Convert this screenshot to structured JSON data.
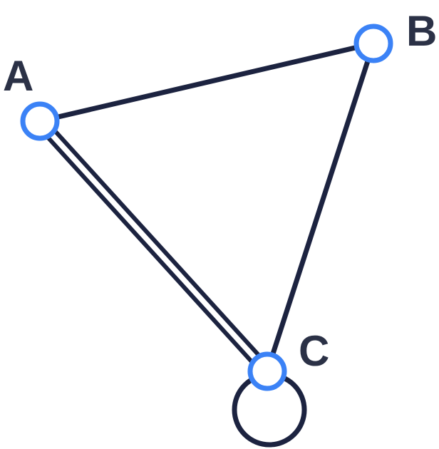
{
  "graph": {
    "nodes": [
      {
        "id": "A",
        "label": "A"
      },
      {
        "id": "B",
        "label": "B"
      },
      {
        "id": "C",
        "label": "C"
      }
    ],
    "edges": [
      {
        "from": "A",
        "to": "B",
        "kind": "single"
      },
      {
        "from": "B",
        "to": "C",
        "kind": "single"
      },
      {
        "from": "A",
        "to": "C",
        "kind": "double"
      },
      {
        "from": "C",
        "to": "C",
        "kind": "loop"
      }
    ]
  },
  "colors": {
    "edge": "#1c2340",
    "node_stroke": "#3b82f6",
    "node_fill": "#ffffff",
    "label": "#2b3146",
    "background": "#ffffff"
  }
}
